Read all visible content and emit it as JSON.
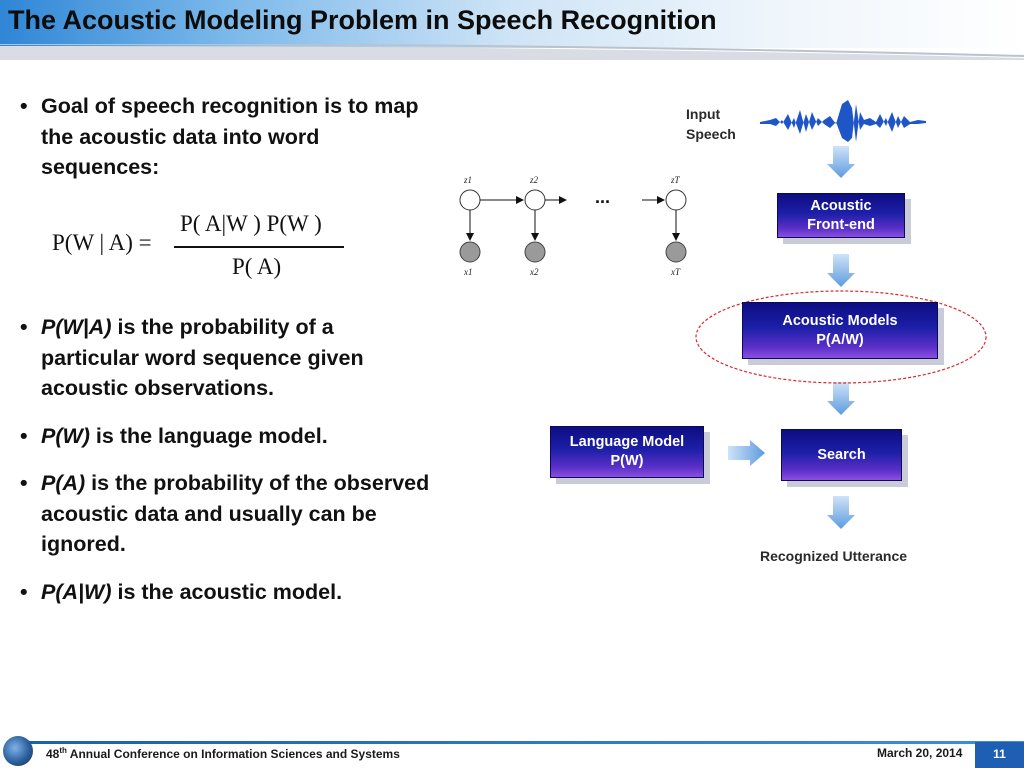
{
  "title": "The Acoustic Modeling Problem in Speech Recognition",
  "bullets": {
    "goal": "Goal of speech recognition is to map the acoustic data into word sequences:",
    "pwa_term": "P(W|A)",
    "pwa_rest": " is the probability of a particular word sequence given acoustic observations.",
    "pw_term": "P(W)",
    "pw_rest": " is the language model.",
    "pa_term": "P(A)",
    "pa_rest": " is the probability of the observed acoustic data and usually can be ignored.",
    "paw_term": "P(A|W)",
    "paw_rest": " is the acoustic model."
  },
  "formula": {
    "lhs": "P(W | A) =",
    "numerator": "P( A|W ) P(W )",
    "denominator": "P( A)"
  },
  "hmm": {
    "states": [
      "z1",
      "z2",
      "zT"
    ],
    "observations": [
      "x1",
      "x2",
      "xT"
    ],
    "ellipsis": "..."
  },
  "flow": {
    "input_line1": "Input",
    "input_line2": "Speech",
    "frontend_line1": "Acoustic",
    "frontend_line2": "Front-end",
    "acoustic_line1": "Acoustic Models",
    "acoustic_line2": "P(A/W)",
    "language_line1": "Language Model",
    "language_line2": "P(W)",
    "search": "Search",
    "output": "Recognized Utterance"
  },
  "footer": {
    "conf_num": "48",
    "conf_sup": "th",
    "conf_rest": " Annual Conference on Information Sciences and Systems",
    "date": "March 20, 2014",
    "page": "11"
  },
  "colors": {
    "box_dark": "#0d0d82",
    "box_light": "#8b4fe0",
    "arrow": "#6fa8e6",
    "highlight_ellipse": "#e0262b",
    "footer_accent": "#1e5fb4"
  }
}
